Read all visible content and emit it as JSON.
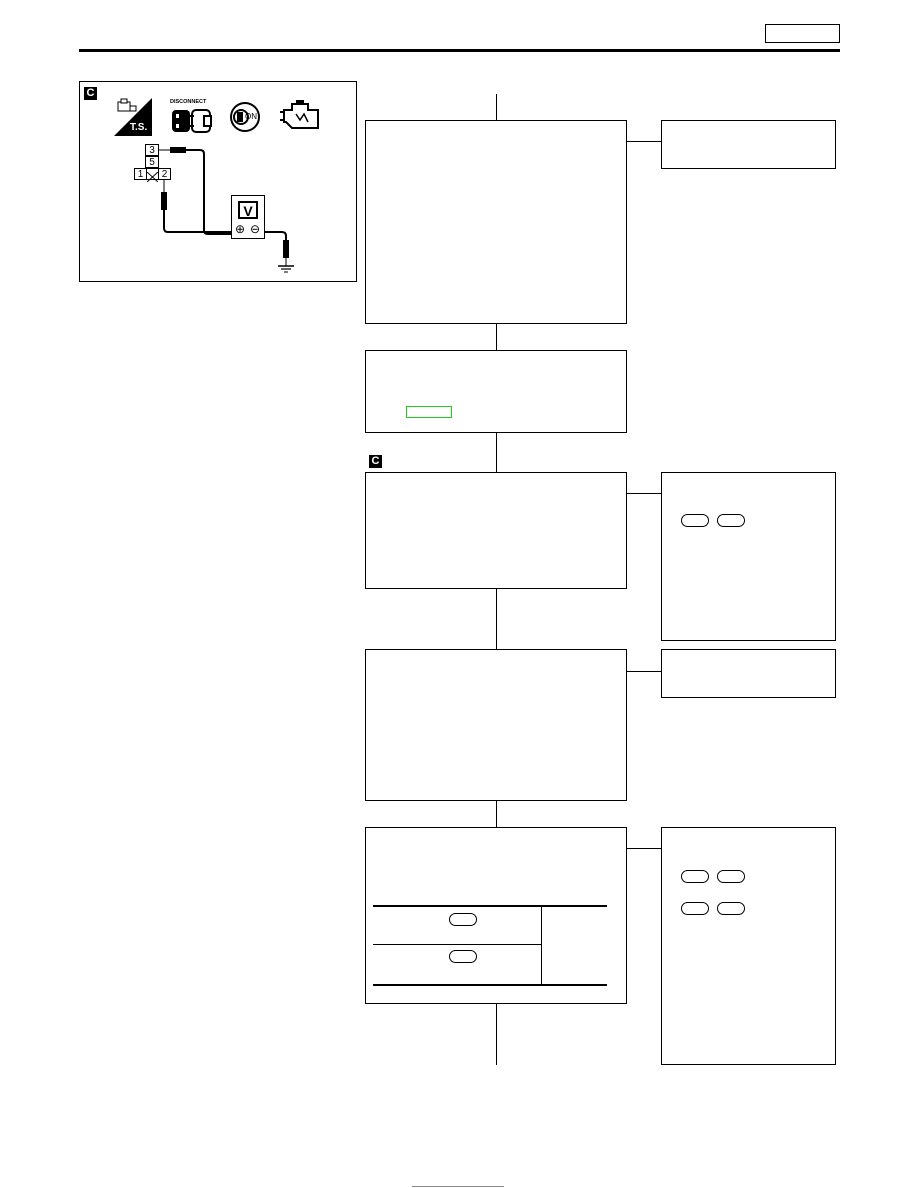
{
  "header": {
    "section_ref": ""
  },
  "diagram": {
    "badge": "C",
    "icons": [
      "ts-icon",
      "disconnect-icon",
      "ignition-on-icon",
      "engine-icon"
    ],
    "disconnect_label": "DISCONNECT",
    "ts_label": "T.S.",
    "on_label": "ON",
    "connector_pins": [
      "3",
      "5",
      "1",
      "2"
    ],
    "meter_label": "V",
    "meter_plus": "⊕",
    "meter_minus": "⊖"
  },
  "flow": {
    "step3_badge": "C"
  },
  "colors": {
    "ref_link": "#22cc22",
    "line": "#000000",
    "badge_bg": "#000000"
  }
}
